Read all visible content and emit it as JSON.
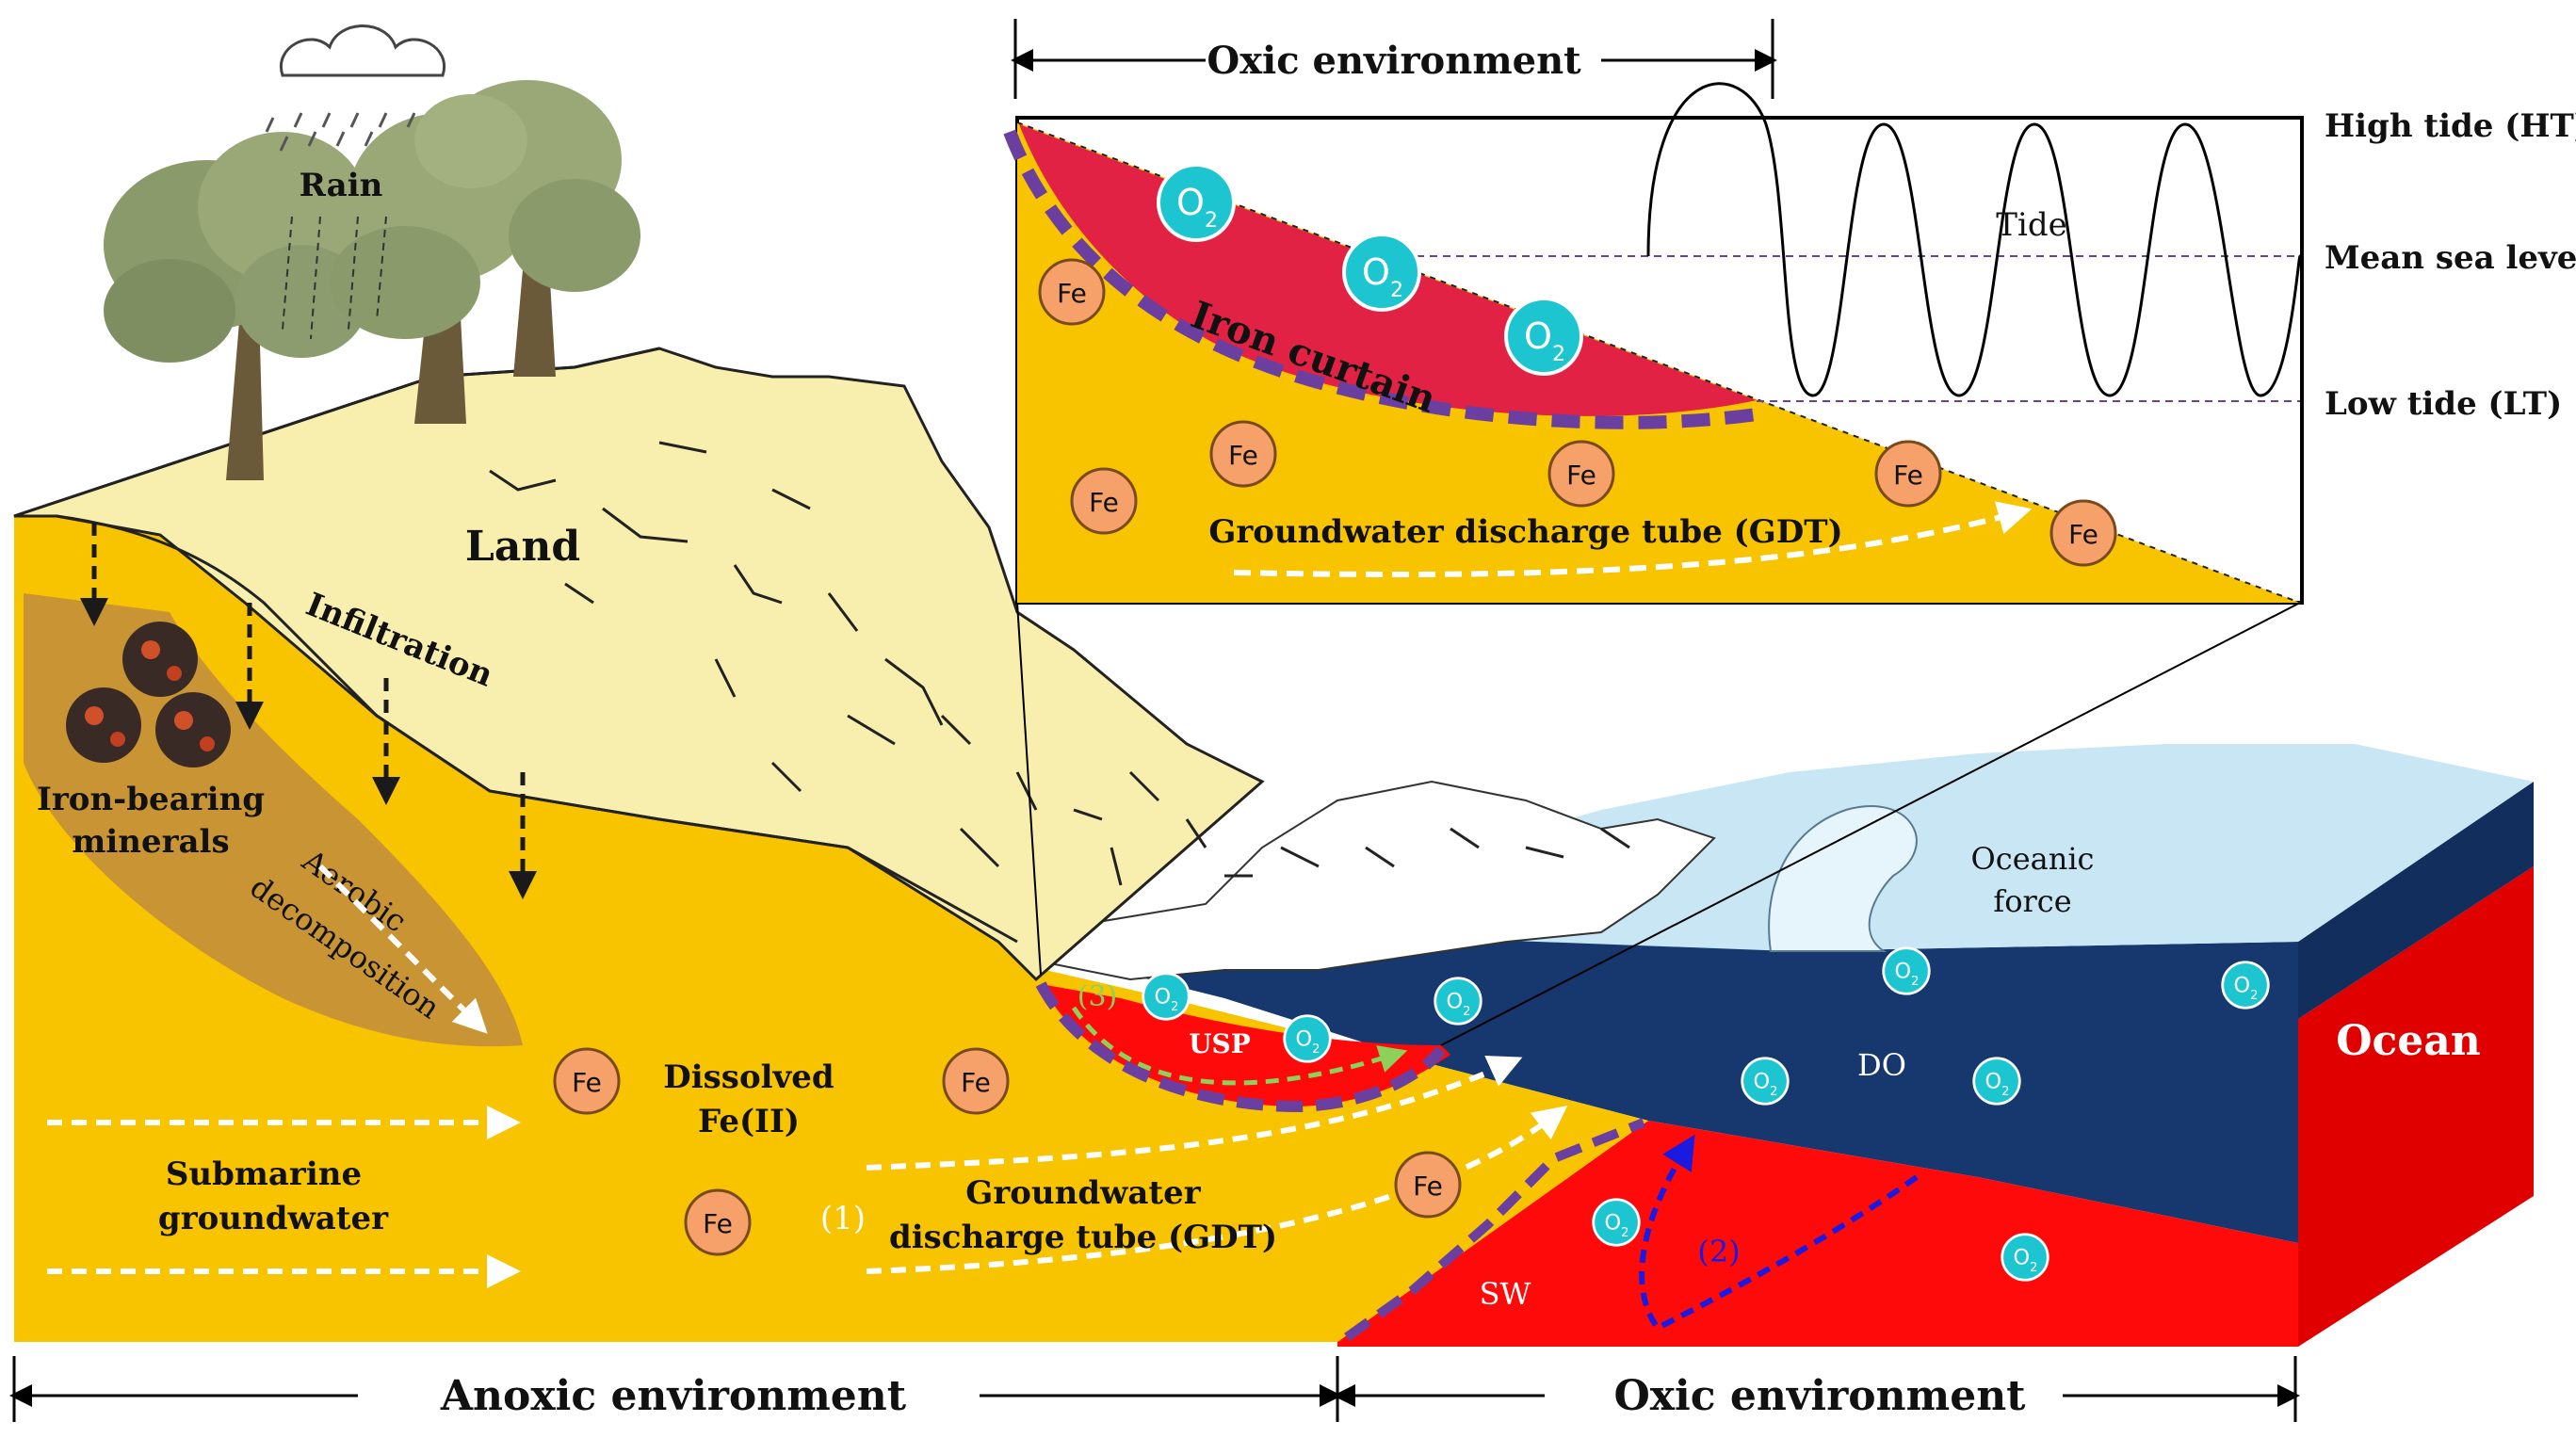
{
  "colors": {
    "sediment": "#F8C400",
    "land_surface": "#F8EFAE",
    "mineral_zone": "#C89434",
    "ocean_dark": "#17386E",
    "ocean_surface": "#C9E6F4",
    "saline_water": "#FF0A0A",
    "inset_red": "#E22244",
    "iron_curtain_dash": "#6B3FA0",
    "oxygen": "#1CC5CF",
    "iron": "#F6A06A",
    "arrow_white": "#FFFFFF",
    "arrow_blue": "#1A1AE0",
    "arrow_green": "#8DD05A",
    "infiltration_arrow": "#1A1A1A"
  },
  "icons": {
    "rain": "cloud-rain-icon",
    "tree": "tree-icon",
    "mineral": "iron-mineral-rock-icon",
    "oxygen": "oxygen-molecule-icon",
    "iron": "iron-ion-icon"
  },
  "labels": {
    "rain": "Rain",
    "land": "Land",
    "infiltration": "Infiltration",
    "iron_bearing_line1": "Iron-bearing",
    "iron_bearing_line2": "minerals",
    "aerobic_line1": "Aerobic",
    "aerobic_line2": "decomposition",
    "dissolved_line1": "Dissolved",
    "dissolved_line2": "Fe(II)",
    "submarine_line1": "Submarine",
    "submarine_line2": "groundwater",
    "marker_1": "(1)",
    "gdt_line1": "Groundwater",
    "gdt_line2": "discharge tube (GDT)",
    "marker_2": "(2)",
    "marker_3": "(3)",
    "usp": "USP",
    "sw": "SW",
    "do": "DO",
    "oceanic_line1": "Oceanic",
    "oceanic_line2": "force",
    "ocean": "Ocean",
    "fe": "Fe",
    "o2_main": "O",
    "o2_sub": "2"
  },
  "bottom_axis": {
    "anoxic": "Anoxic environment",
    "oxic": "Oxic environment"
  },
  "inset": {
    "top_bracket": "Oxic environment",
    "tide": "Tide",
    "iron_curtain": "Iron curtain",
    "gdt": "Groundwater discharge tube (GDT)",
    "high_tide": "High tide (HT)",
    "mean_sea_level": "Mean sea level",
    "low_tide": "Low tide (LT)"
  }
}
